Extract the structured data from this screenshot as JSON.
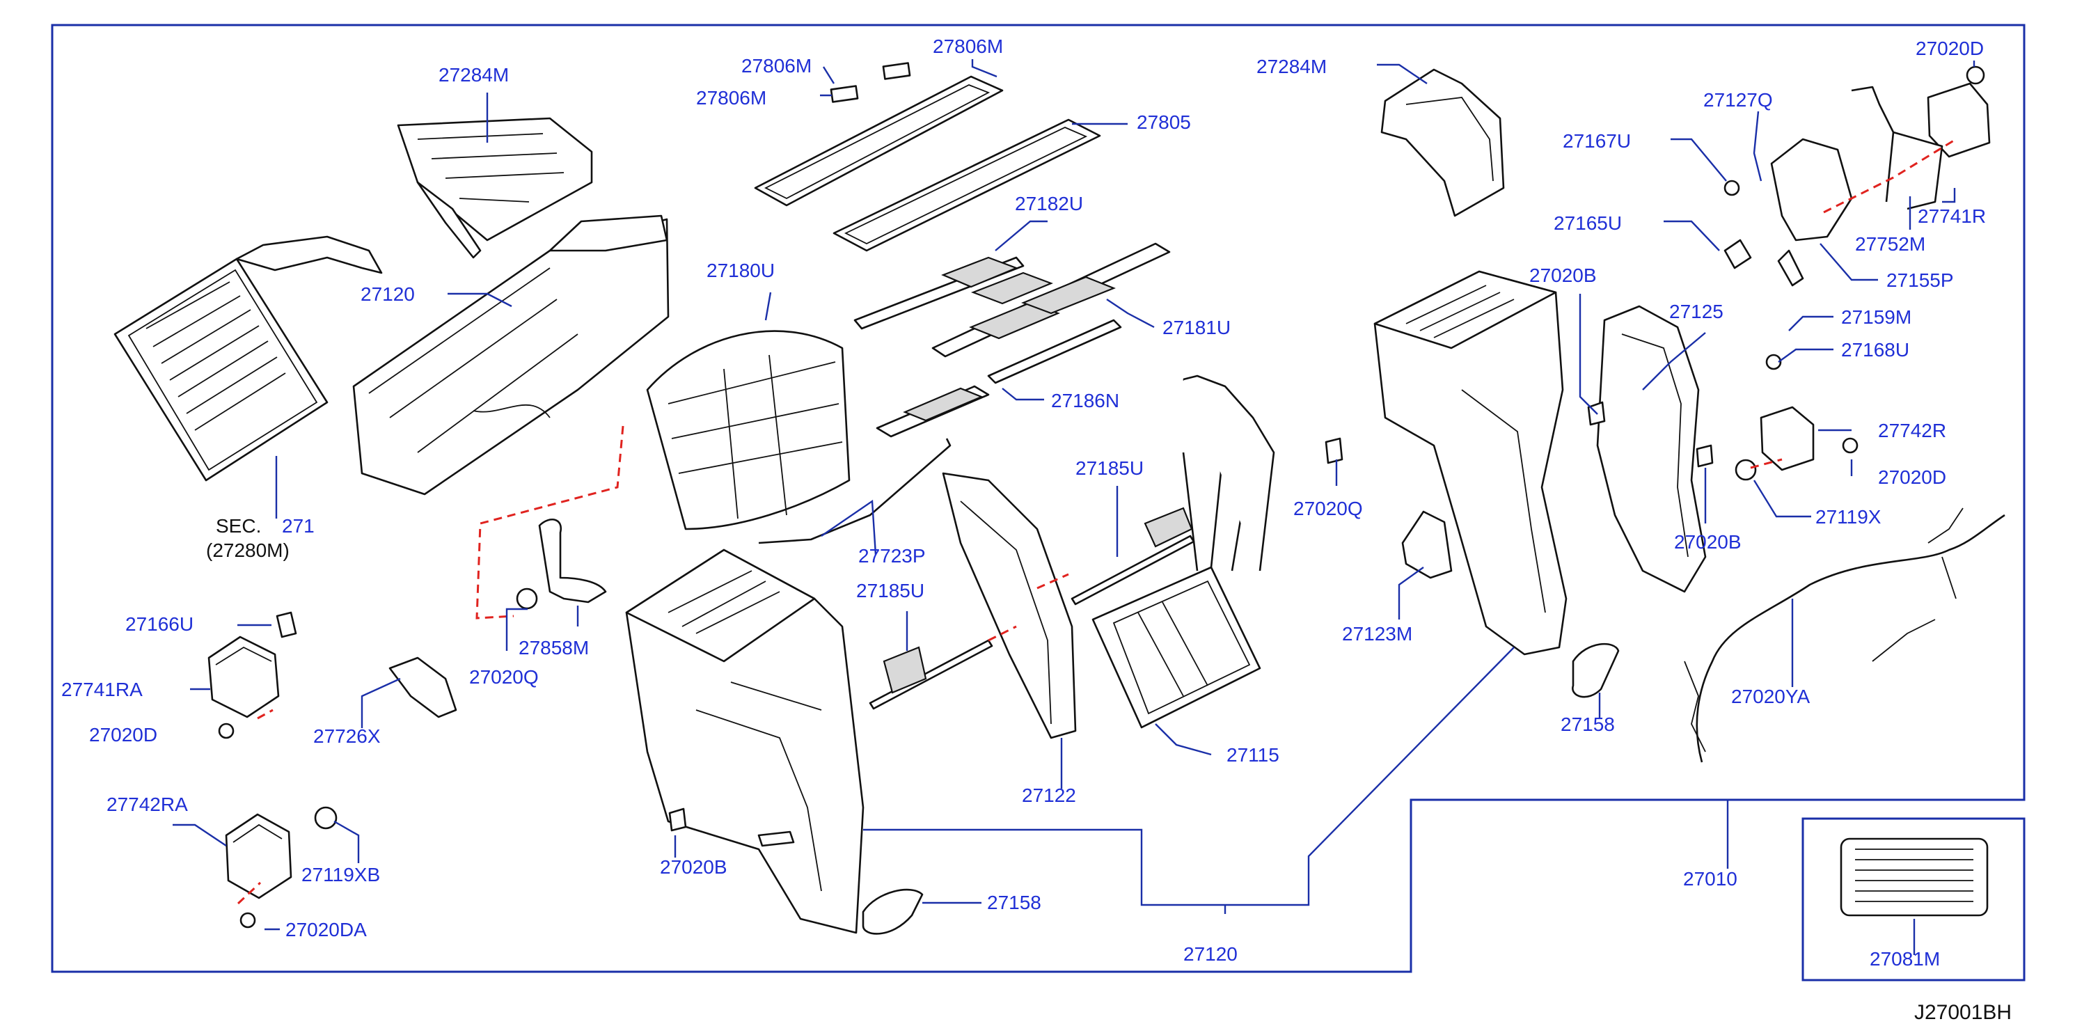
{
  "diagram_code": "J27001BH",
  "labels": {
    "l_27284M_left": "27284M",
    "l_27806M_a": "27806M",
    "l_27806M_b": "27806M",
    "l_27806M_c": "27806M",
    "l_27805": "27805",
    "l_27284M_right": "27284M",
    "l_27020D_top": "27020D",
    "l_27127Q": "27127Q",
    "l_27167U": "27167U",
    "l_27741R": "27741R",
    "l_27752M": "27752M",
    "l_27165U": "27165U",
    "l_27155P": "27155P",
    "l_27159M": "27159M",
    "l_27168U": "27168U",
    "l_27182U": "27182U",
    "l_27180U": "27180U",
    "l_27181U": "27181U",
    "l_27120_top": "27120",
    "l_27186N": "27186N",
    "l_27020B_top": "27020B",
    "l_27125": "27125",
    "l_27742R": "27742R",
    "l_27020D_mid": "27020D",
    "l_27119X": "27119X",
    "l_27185U_a": "27185U",
    "l_27723P": "27723P",
    "l_27020Q_right": "27020Q",
    "l_27020B_right": "27020B",
    "l_sec": "SEC.",
    "l_sec_num": "271",
    "l_sec_sub": "(27280M)",
    "l_27858M": "27858M",
    "l_27020Q_left": "27020Q",
    "l_27185U_b": "27185U",
    "l_27123M": "27123M",
    "l_27166U": "27166U",
    "l_27741RA": "27741RA",
    "l_27020D_left": "27020D",
    "l_27726X": "27726X",
    "l_27020YA": "27020YA",
    "l_27115": "27115",
    "l_27158_right": "27158",
    "l_27122": "27122",
    "l_27742RA": "27742RA",
    "l_27119XB": "27119XB",
    "l_27020B_bottom": "27020B",
    "l_27158_bottom": "27158",
    "l_27010": "27010",
    "l_27020DA": "27020DA",
    "l_27120_bottom": "27120",
    "l_27081M": "27081M"
  }
}
